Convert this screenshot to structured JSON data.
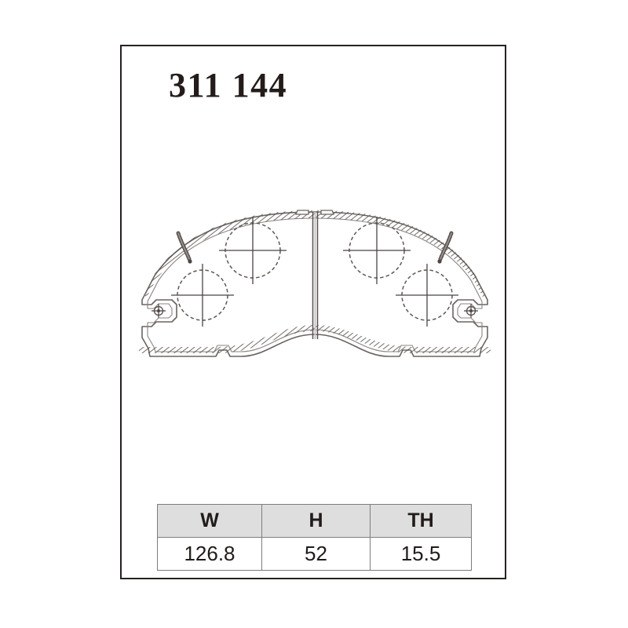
{
  "document": {
    "part_number": "311 144",
    "drawing_label": "brake-pad-outline"
  },
  "dimension_table": {
    "headers": [
      "W",
      "H",
      "TH"
    ],
    "values": [
      "126.8",
      "52",
      "15.5"
    ],
    "header_background": "#dedede",
    "border_color": "#7d7d7d"
  },
  "drawing": {
    "outline_color": "#6b6360",
    "hatch_color": "#5a5350",
    "centerline_color": "#4a4543",
    "feature_count": {
      "large_dashed_circles": 4,
      "small_pin_markers": 2,
      "wire_clips": 2,
      "center_slot": 1
    }
  },
  "frame": {
    "border_color": "#26211f"
  }
}
